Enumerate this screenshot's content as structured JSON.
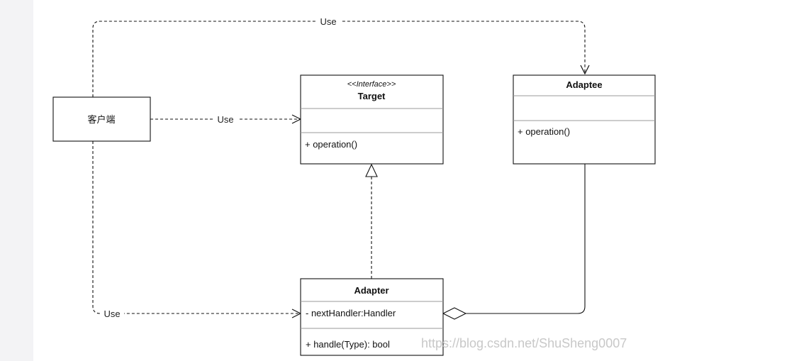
{
  "diagram": {
    "client": {
      "label": "客户端"
    },
    "target": {
      "stereotype": "<<Interface>>",
      "name": "Target",
      "attributes": "",
      "method": "+ operation()"
    },
    "adaptee": {
      "name": "Adaptee",
      "attributes": "",
      "method": "+ operation()"
    },
    "adapter": {
      "name": "Adapter",
      "attribute": "- nextHandler:Handler",
      "method": "+ handle(Type): bool"
    },
    "edges": {
      "use_top": "Use",
      "use_middle": "Use",
      "use_bottom": "Use"
    },
    "watermark": "https://blog.csdn.net/ShuSheng0007"
  }
}
